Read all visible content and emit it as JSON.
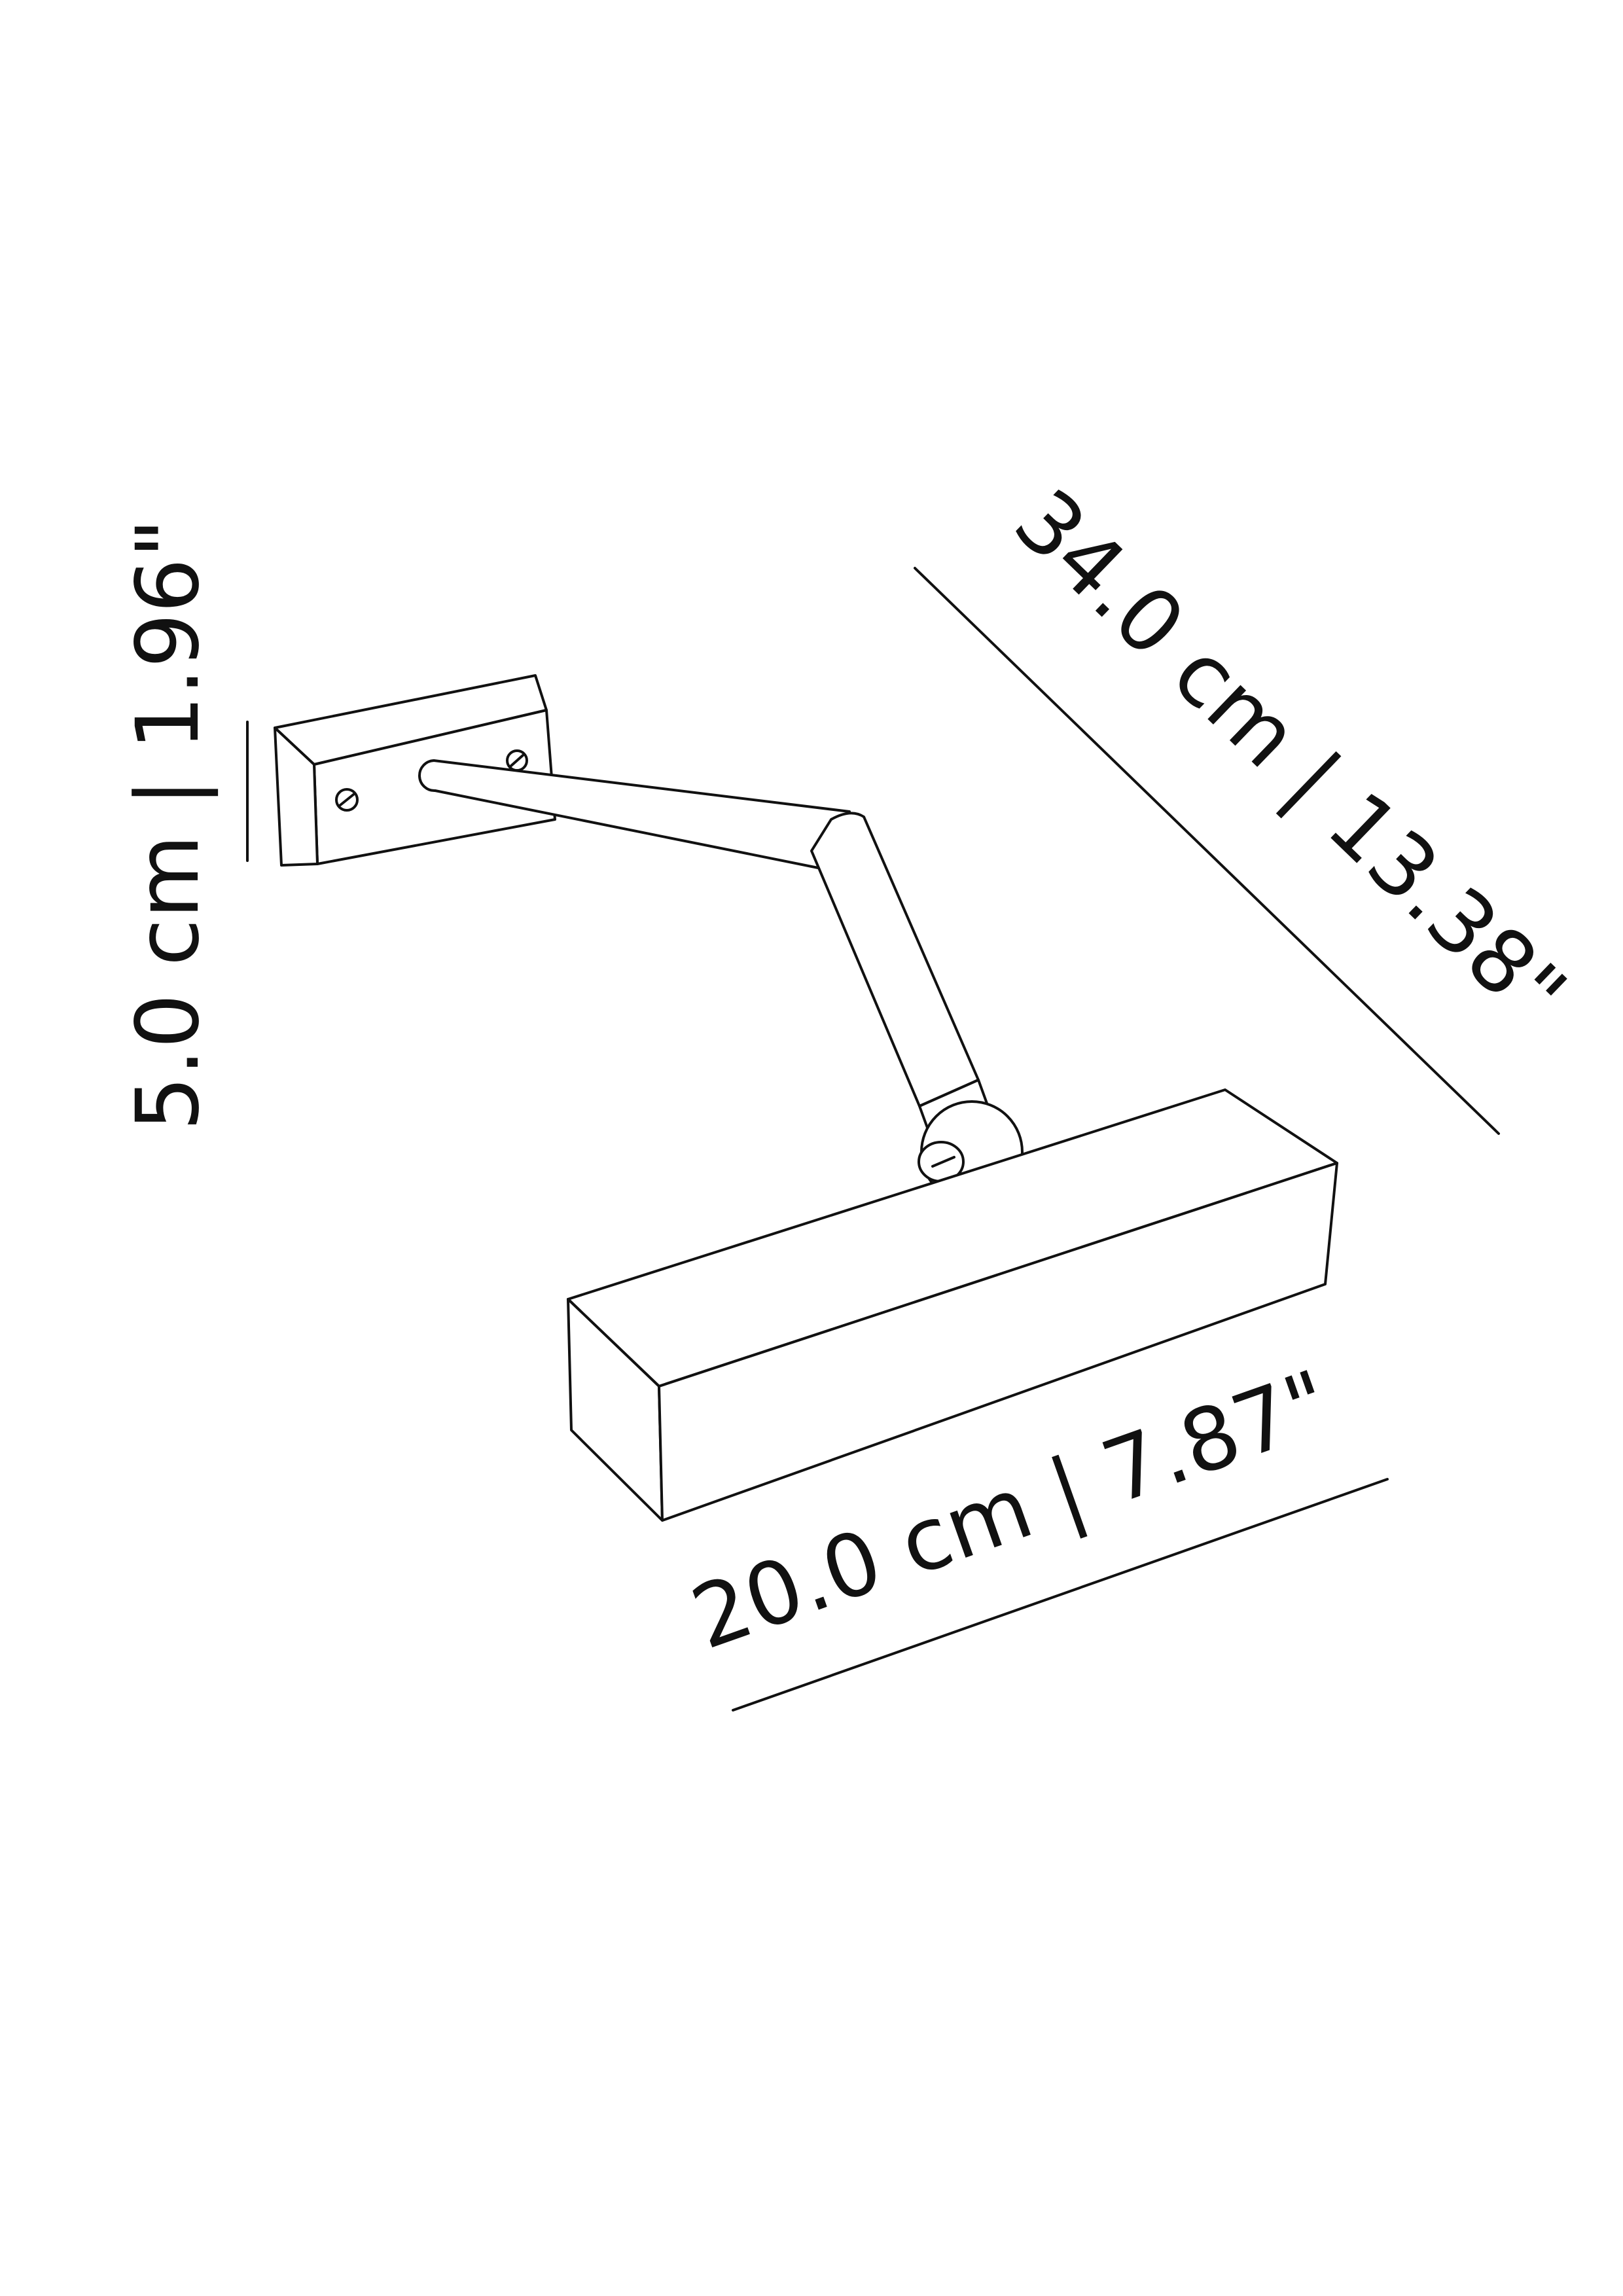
{
  "dimensions": {
    "height_label": "5.0 cm | 1.96\"",
    "diagonal_label": "34.0 cm | 13.38\"",
    "width_label": "20.0 cm | 7.87\""
  },
  "colors": {
    "stroke": "#111111",
    "background": "#ffffff"
  }
}
